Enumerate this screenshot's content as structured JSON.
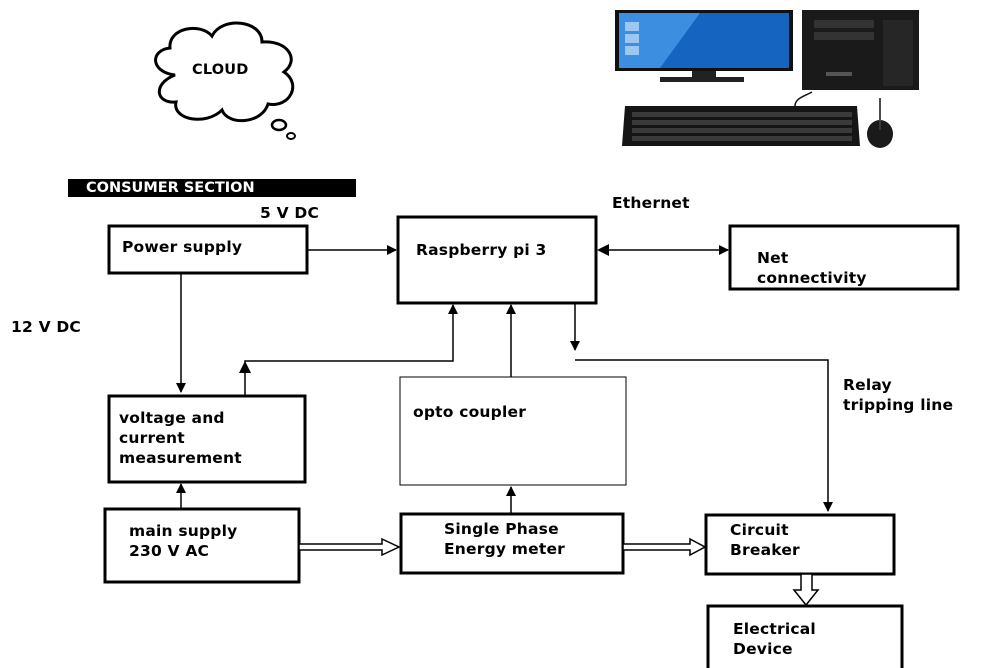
{
  "consumer_section": {
    "banner": "CONSUMER SECTION"
  },
  "cloud": {
    "label": "CLOUD"
  },
  "labels": {
    "five_v_dc": "5 V DC",
    "twelve_v_dc": "12 V DC",
    "ethernet": "Ethernet",
    "relay_tripping": "Relay\ntripping line"
  },
  "blocks": {
    "power_supply": "Power supply",
    "raspberry_pi": "Raspberry pi 3",
    "net_connectivity": "Net\nconnectivity",
    "voltage_current": "voltage and\ncurrent\nmeasurement",
    "opto_coupler": "opto coupler",
    "main_supply": "main supply\n230 V AC",
    "energy_meter": "Single Phase\nEnergy meter",
    "circuit_breaker": "Circuit\nBreaker",
    "electrical_device": "Electrical\nDevice"
  },
  "colors": {
    "ink": "#000000",
    "monitor_screen": "#1565c0",
    "monitor_screen_alt": "#3c8fe0",
    "pc_case": "#1a1a1a"
  },
  "icons": [
    "cloud-icon",
    "monitor-icon",
    "pc-tower-icon",
    "keyboard-icon",
    "mouse-icon"
  ]
}
